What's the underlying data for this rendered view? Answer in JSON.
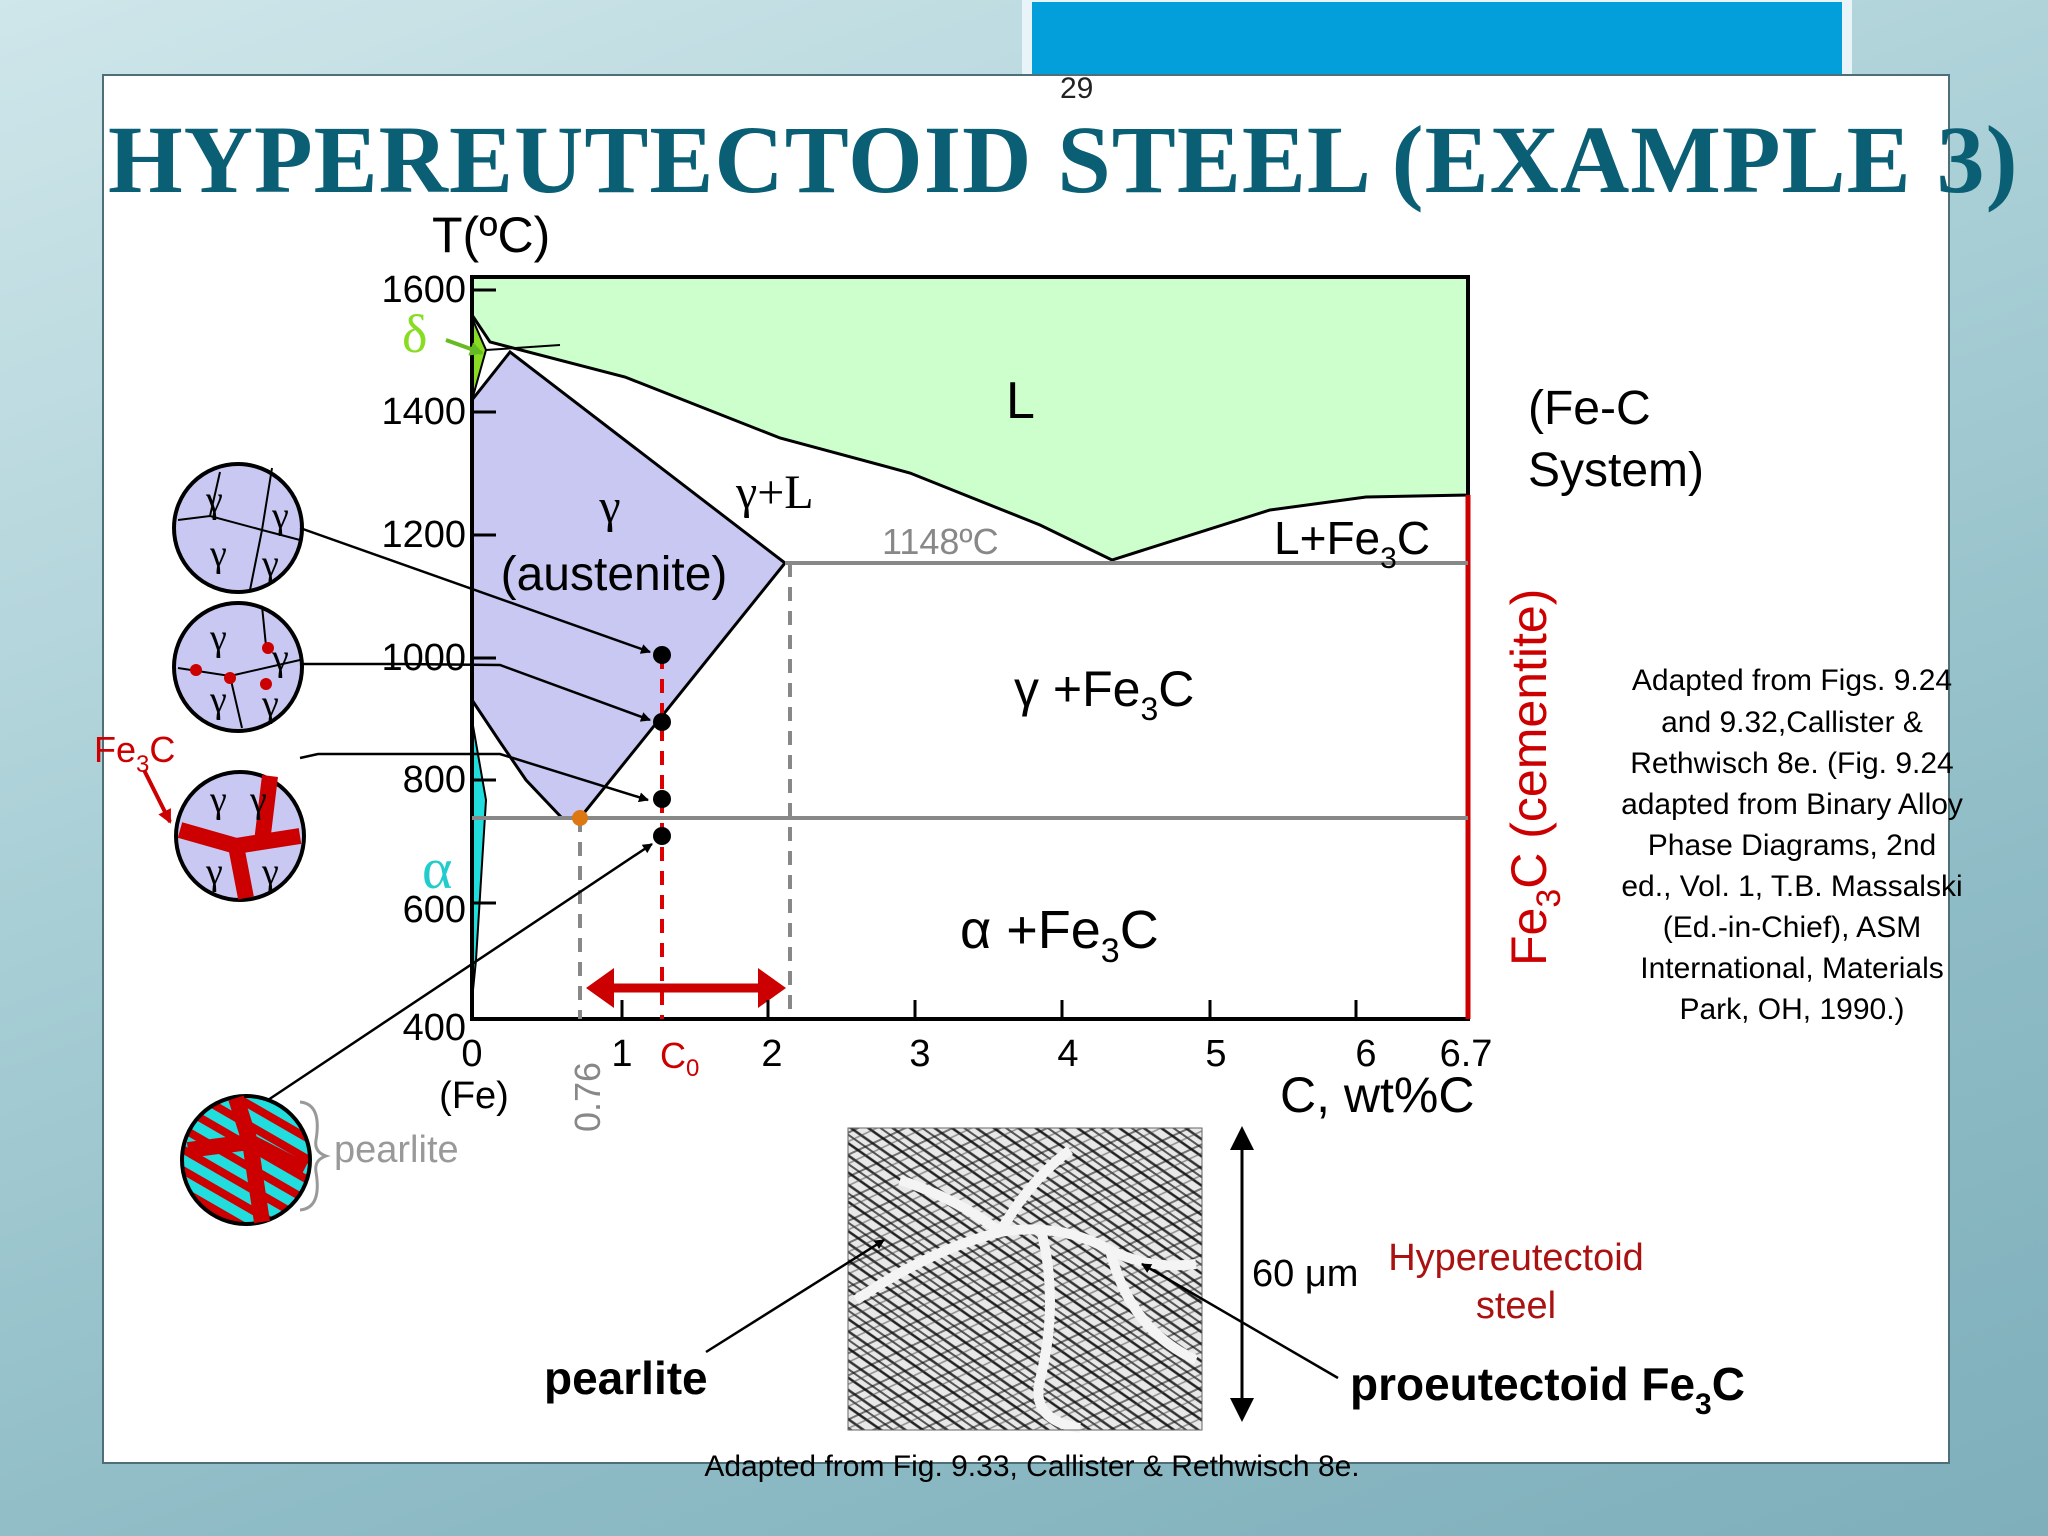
{
  "slide": {
    "page_number": "29",
    "title": "HYPEREUTECTOID STEEL (EXAMPLE 3)",
    "colors": {
      "accent_box": "#039fda",
      "title": "#0b5f74",
      "liquid_region": "#ccffcc",
      "austenite_region": "#c8c8f2",
      "cementite": "#cc0000",
      "delta": "#88dd22",
      "alpha": "#22cccc"
    }
  },
  "diagram": {
    "y_axis_label": "T(ºC)",
    "y_ticks": [
      "1600",
      "1400",
      "1200",
      "1000",
      "800",
      "600",
      "400"
    ],
    "x_ticks": [
      "0",
      "1",
      "2",
      "3",
      "4",
      "5",
      "6",
      "6.7"
    ],
    "x_sub_label": "(Fe)",
    "x_axis_label": "C, wt%C",
    "eutectoid_composition": "0.76",
    "c0_label": "C",
    "c0_sub": "0",
    "eutectic_temp": "1148ºC",
    "system_label_line1": "(Fe-C",
    "system_label_line2": "System)",
    "region_L": "L",
    "region_gamma_L": "γ+L",
    "region_gamma": "γ",
    "region_austenite": "(austenite)",
    "region_L_Fe3C_a": "L+Fe",
    "region_L_Fe3C_b": "C",
    "region_gamma_Fe3C_a": "γ +Fe",
    "region_gamma_Fe3C_b": "C",
    "region_alpha_Fe3C_a": "α +Fe",
    "region_alpha_Fe3C_b": "C",
    "subscript_3": "3",
    "delta": "δ",
    "alpha": "α",
    "cementite_a": "Fe",
    "cementite_b": "C (cementite)",
    "fe3c_micro_a": "Fe",
    "fe3c_micro_b": "C",
    "pearlite_small": "pearlite",
    "gamma_symbol": "γ"
  },
  "attribution_right": [
    "Adapted from Figs. 9.24",
    "and 9.32,Callister &",
    "Rethwisch 8e.  (Fig. 9.24",
    "adapted from Binary Alloy",
    "Phase Diagrams, 2nd",
    "ed., Vol. 1, T.B. Massalski",
    "(Ed.-in-Chief), ASM",
    "International, Materials",
    "Park, OH, 1990.)"
  ],
  "micrograph": {
    "scale": "60 μm",
    "caption_line1": "Hypereutectoid",
    "caption_line2": "steel",
    "label_pearlite": "pearlite",
    "label_proeutectoid_a": "proeutectoid Fe",
    "label_proeutectoid_b": "C"
  },
  "attribution_bottom": "Adapted from Fig. 9.33, Callister & Rethwisch 8e."
}
